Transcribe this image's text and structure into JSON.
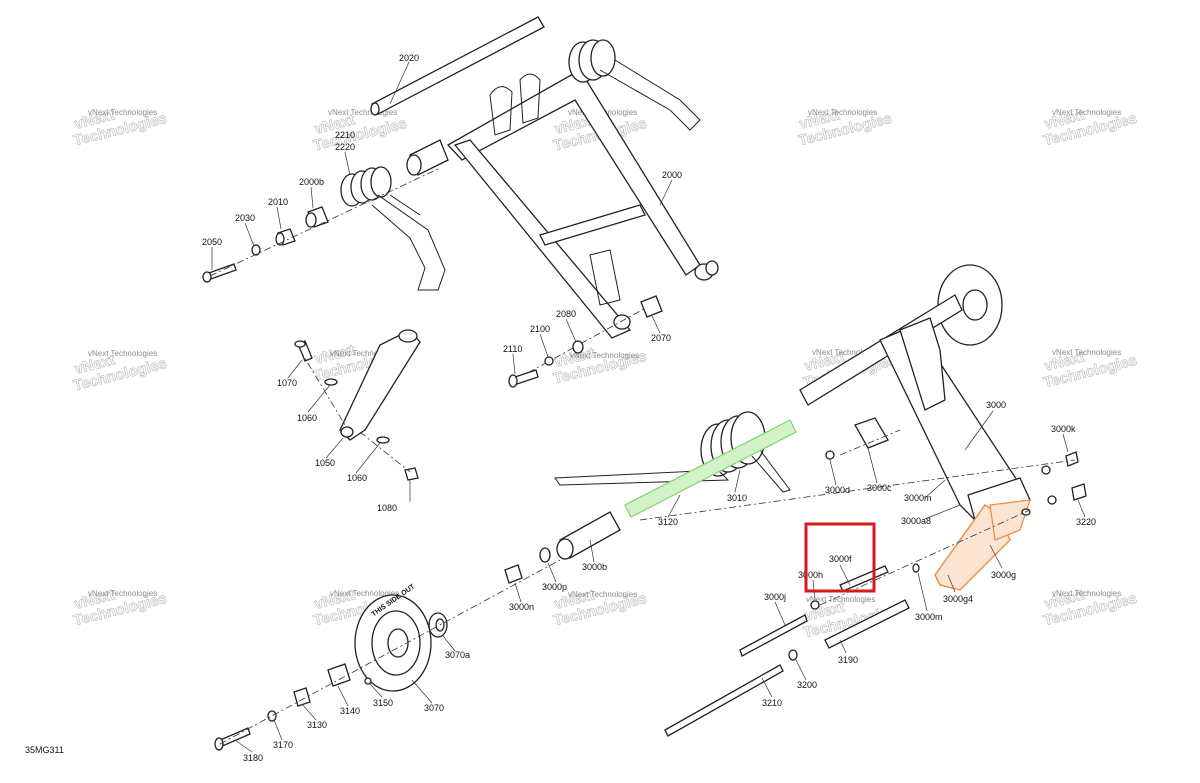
{
  "diagram_id": "35MG311",
  "watermark": {
    "line1": "vNext Technologies",
    "line2": "vNext",
    "line3": "Technologies"
  },
  "parts": {
    "p2020": "2020",
    "p2210": "2210",
    "p2220": "2220",
    "p2000b": "2000b",
    "p2010": "2010",
    "p2030": "2030",
    "p2050": "2050",
    "p2000": "2000",
    "p2080": "2080",
    "p2100": "2100",
    "p2110": "2110",
    "p2070": "2070",
    "p1070": "1070",
    "p1060a": "1060",
    "p1050": "1050",
    "p1060b": "1060",
    "p1080": "1080",
    "p3000": "3000",
    "p3000k": "3000k",
    "p3000d": "3000d",
    "p3000c": "3000c",
    "p3010": "3010",
    "p3000m_a": "3000m",
    "p3000a8": "3000a8",
    "p3220": "3220",
    "p3120": "3120",
    "p3000b": "3000b",
    "p3000p": "3000p",
    "p3000n": "3000n",
    "p3000f": "3000f",
    "p3000h": "3000h",
    "p3000g": "3000g",
    "p3000g4": "3000g4",
    "p3000m_b": "3000m",
    "p3000j": "3000j",
    "p3190": "3190",
    "p3200": "3200",
    "p3210": "3210",
    "p3070a": "3070a",
    "p3070": "3070",
    "p3150": "3150",
    "p3140": "3140",
    "p3130": "3130",
    "p3170": "3170",
    "p3180": "3180"
  },
  "wheel_text": "THIS SIDE OUT",
  "colors": {
    "highlight_box": "#d61a1a",
    "highlight_part": "#f08a3c",
    "spring_shaft": "#7ed36b"
  }
}
